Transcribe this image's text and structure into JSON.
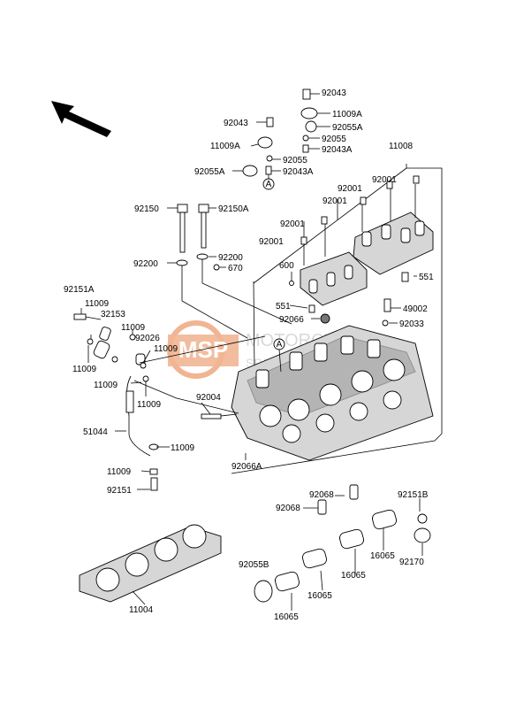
{
  "watermark": {
    "brand": "MSP",
    "text1": "MOTORCYCLES",
    "text2": "SPARE PARTS",
    "color": "#e67a3c"
  },
  "callout": {
    "marker": "A"
  },
  "labels": {
    "p92043a": "92043",
    "p11009A_a": "11009A",
    "p92055A_a": "92055A",
    "p92055_a": "92055",
    "p92043A_a": "92043A",
    "p92043b": "92043",
    "p11009A_b": "11009A",
    "p92055_b": "92055",
    "p92055A_b": "92055A",
    "p92043A_b": "92043A",
    "p11008": "11008",
    "p92001_1": "92001",
    "p92001_2": "92001",
    "p92001_3": "92001",
    "p92001_4": "92001",
    "p92001_5": "92001",
    "p92150": "92150",
    "p92150A": "92150A",
    "p92200_a": "92200",
    "p92200_b": "92200",
    "p670": "670",
    "p600": "600",
    "p551_a": "551",
    "p551_b": "551",
    "p49002": "49002",
    "p92033": "92033",
    "p92066": "92066",
    "p92151A": "92151A",
    "p11009_1": "11009",
    "p32153": "32153",
    "p11009_2": "11009",
    "p92026": "92026",
    "p11009_3": "11009",
    "p11009_4": "11009",
    "p11009_5": "11009",
    "p11009_6": "11009",
    "p92004": "92004",
    "p51044": "51044",
    "p11009_7": "11009",
    "p11009_8": "11009",
    "p92151": "92151",
    "p92066A": "92066A",
    "p11004": "11004",
    "p92068_a": "92068",
    "p92068_b": "92068",
    "p92151B": "92151B",
    "p92055B": "92055B",
    "p16065_a": "16065",
    "p16065_b": "16065",
    "p16065_c": "16065",
    "p16065_d": "16065",
    "p92170": "92170"
  }
}
